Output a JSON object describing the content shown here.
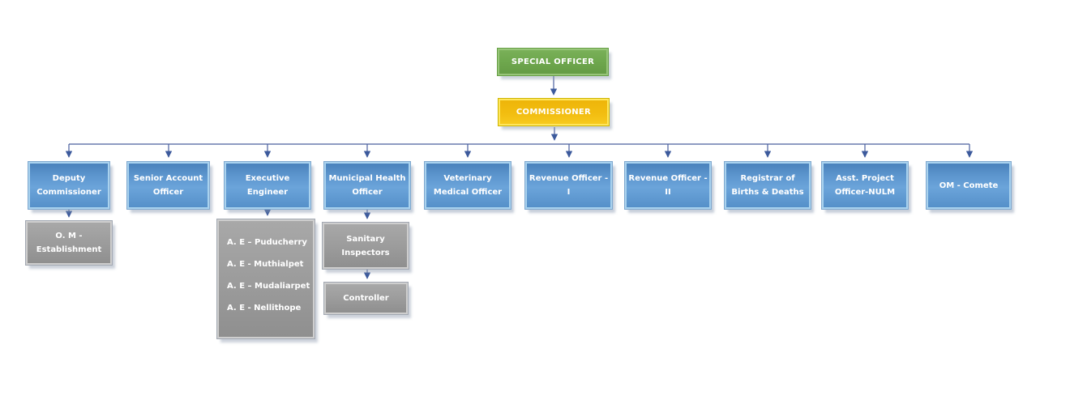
{
  "nodes": {
    "special_officer": "SPECIAL OFFICER",
    "commissioner": "COMMISSIONER",
    "departments": [
      "Deputy Commissioner",
      "Senior Account Officer",
      "Executive Engineer",
      "Municipal Health Officer",
      "Veterinary Medical Officer",
      "Revenue Officer - I",
      "Revenue Officer - II",
      "Registrar of Births & Deaths",
      "Asst. Project Officer-NULM",
      "OM - Comete"
    ],
    "om_establishment": "O. M - Establishment",
    "assistant_engineers": [
      "A. E – Puducherry",
      "A. E -  Muthialpet",
      "A. E – Mudaliarpet",
      "A. E -  Nellithope"
    ],
    "sanitary_inspectors": "Sanitary Inspectors",
    "controller": "Controller"
  },
  "colors": {
    "special_officer_fill": "#6fa84e",
    "commissioner_fill": "#f2bb0e",
    "department_fill": "#5590c9",
    "subordinate_fill": "#9b9b9b",
    "connector": "#44589e",
    "text": "#ffffff"
  }
}
